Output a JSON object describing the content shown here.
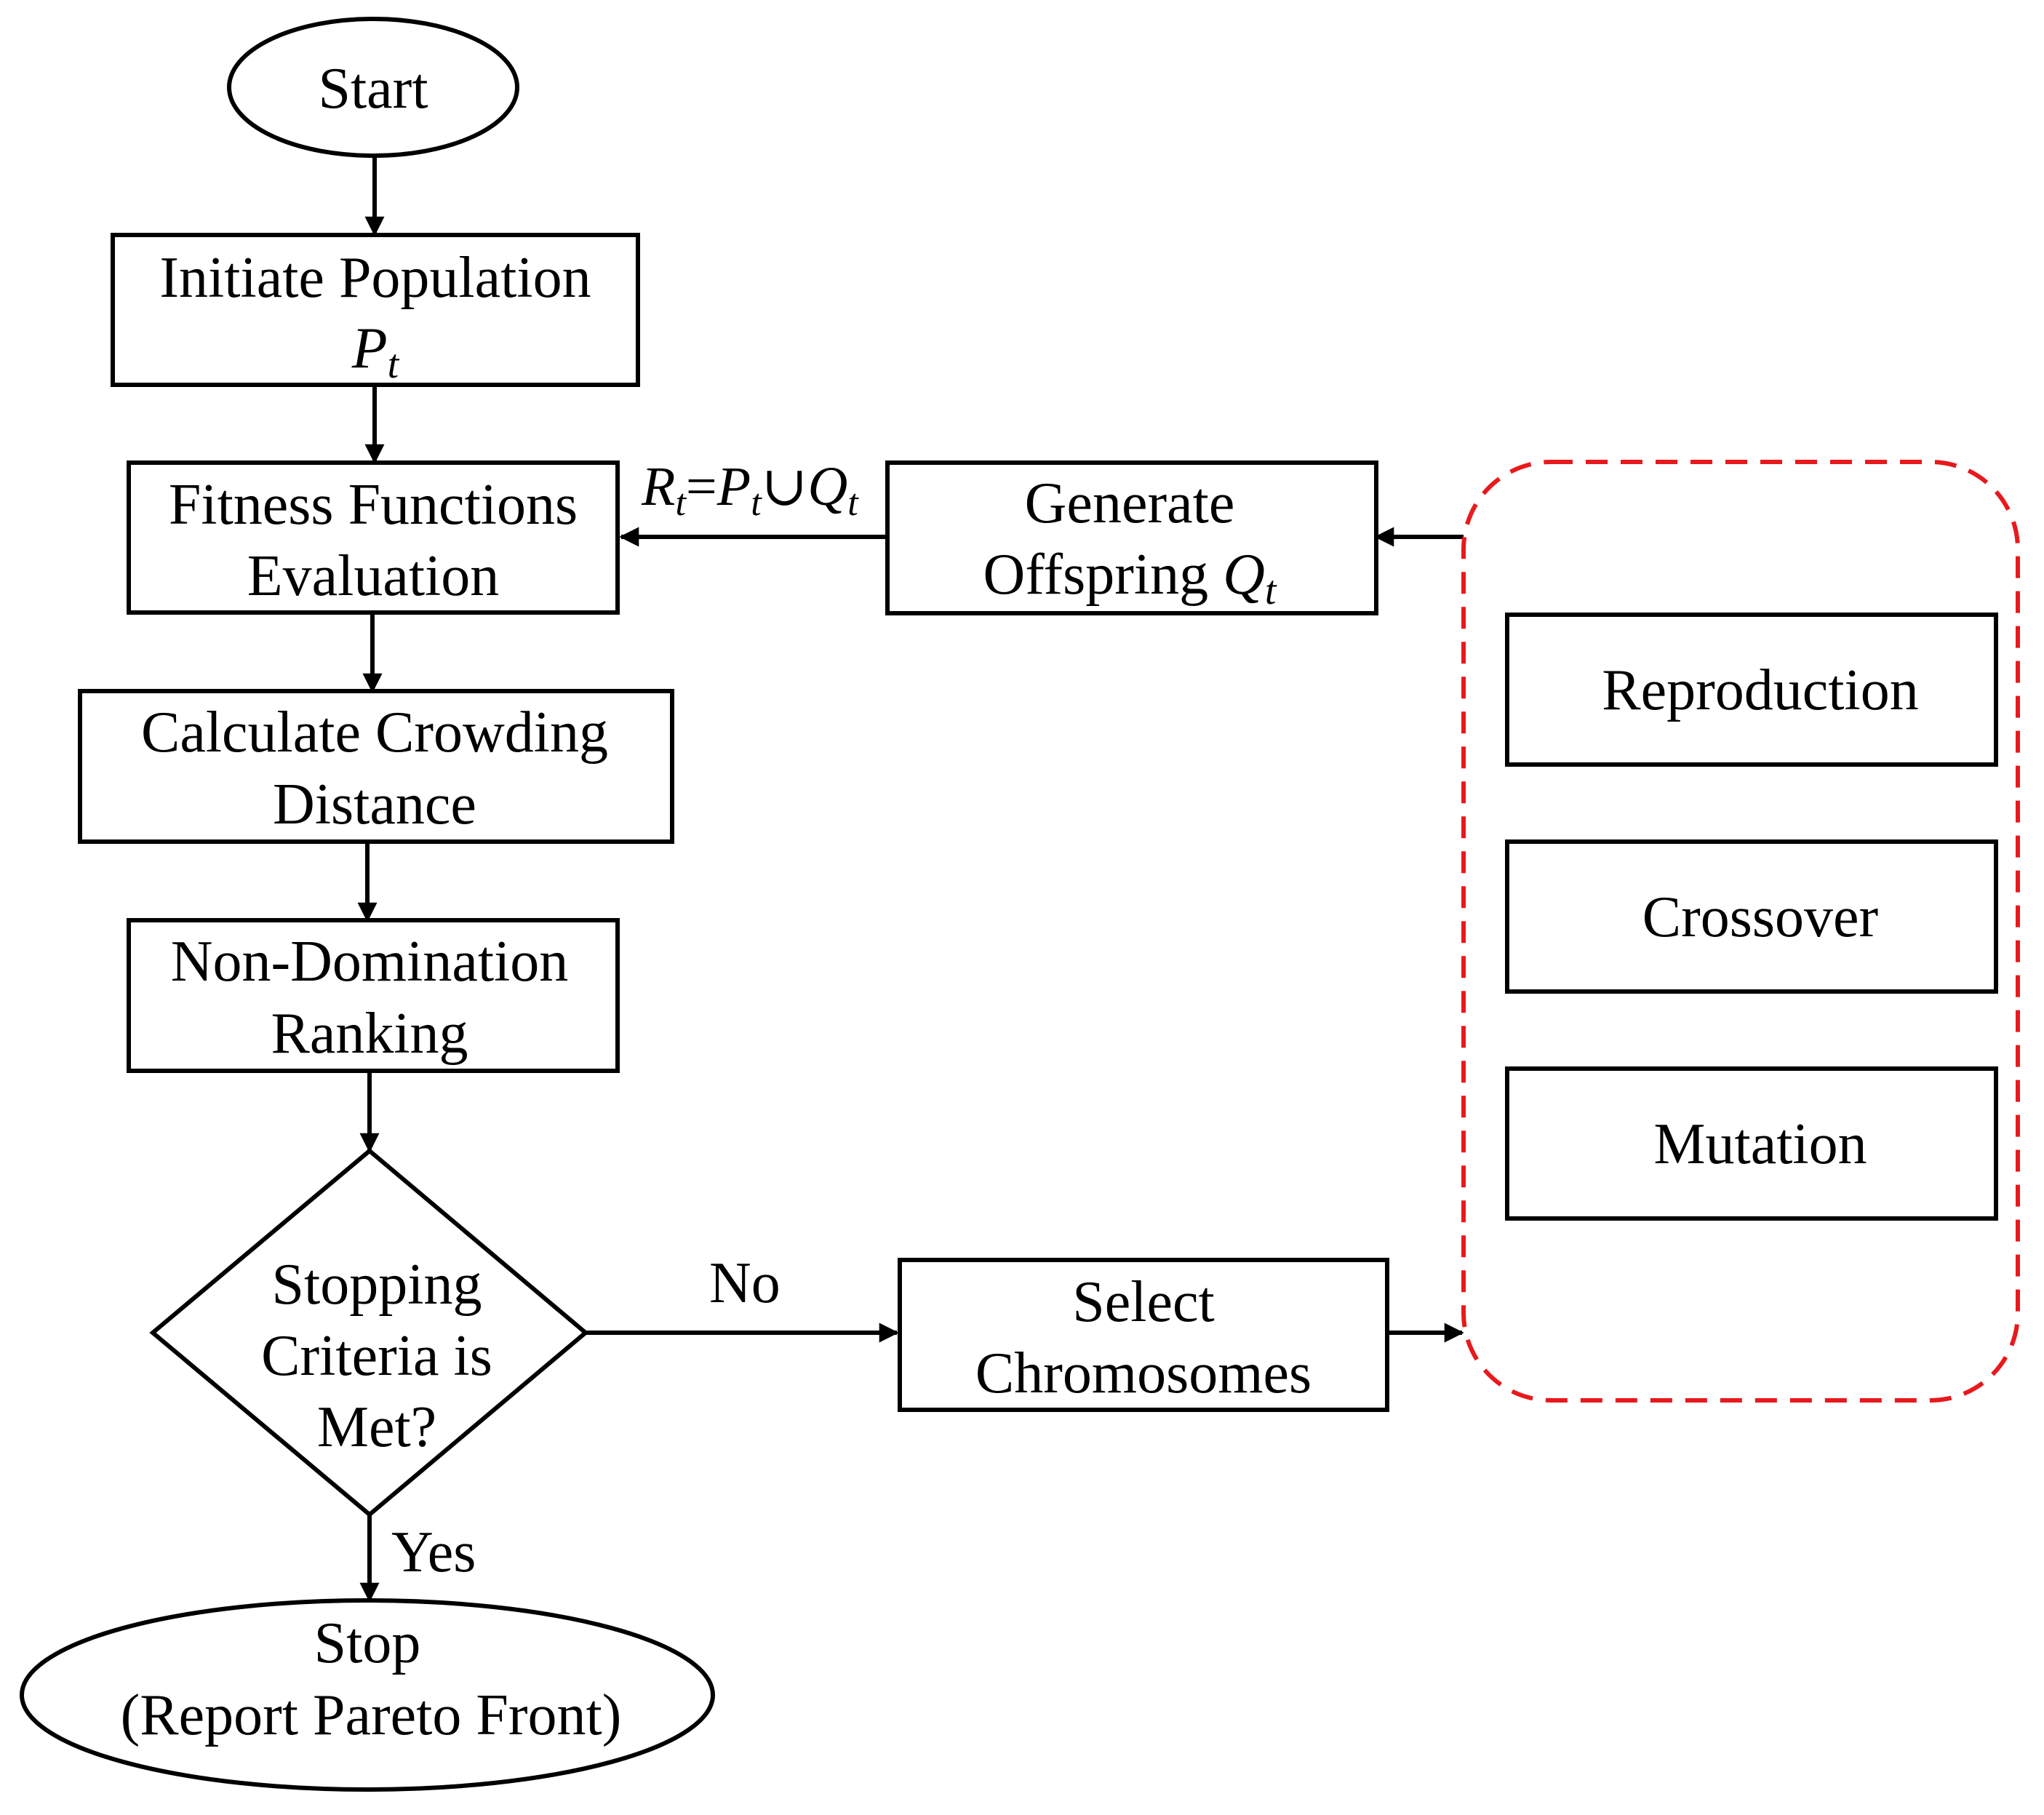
{
  "nodes": {
    "start": {
      "text": "Start"
    },
    "initiate": {
      "line1": "Initiate Population",
      "symbol": "P",
      "sub": "t"
    },
    "fitness": {
      "line1": "Fitness Functions",
      "line2": "Evaluation"
    },
    "crowding": {
      "line1": "Calculate Crowding",
      "line2": "Distance"
    },
    "ranking": {
      "line1": "Non-Domination",
      "line2": "Ranking"
    },
    "decision": {
      "line1": "Stopping",
      "line2": "Criteria  is",
      "line3": "Met?"
    },
    "stop": {
      "line1": "Stop",
      "line2": "(Report Pareto Front)"
    },
    "generate": {
      "line1": "Generate",
      "line2": "Offspring ",
      "symbol": "Q",
      "sub": "t"
    },
    "select": {
      "line1": "Select",
      "line2": "Chromosomes"
    },
    "reproduction": {
      "text": "Reproduction"
    },
    "crossover": {
      "text": "Crossover"
    },
    "mutation": {
      "text": "Mutation"
    }
  },
  "edge_labels": {
    "no": "No",
    "yes": "Yes",
    "union": {
      "r": "R",
      "r_sub": "t",
      "eq": "=",
      "p": "P",
      "p_sub": "t",
      "cup": "∪",
      "q": "Q",
      "q_sub": "t"
    }
  },
  "colors": {
    "group_border": "#e8191c",
    "stroke": "#000000"
  }
}
